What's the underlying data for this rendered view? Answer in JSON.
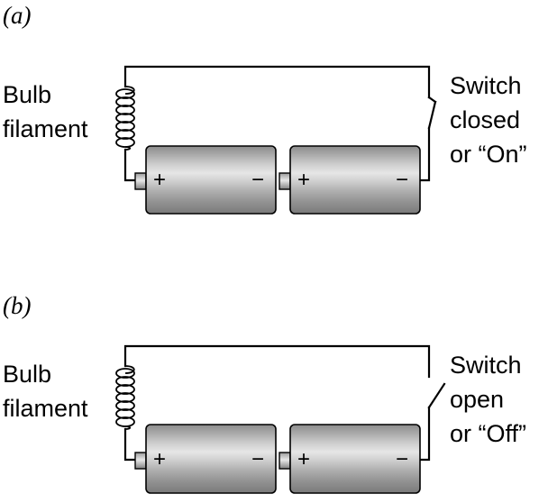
{
  "panels": [
    {
      "id": "a",
      "letter": "(a)",
      "bulb_label": [
        "Bulb",
        "filament"
      ],
      "switch_label": [
        "Switch",
        "closed",
        "or “On”"
      ],
      "switch_state": "closed",
      "cells": [
        {
          "positive": "+",
          "negative": "−"
        },
        {
          "positive": "+",
          "negative": "−"
        }
      ]
    },
    {
      "id": "b",
      "letter": "(b)",
      "bulb_label": [
        "Bulb",
        "filament"
      ],
      "switch_label": [
        "Switch",
        "open",
        "or “Off”"
      ],
      "switch_state": "open",
      "cells": [
        {
          "positive": "+",
          "negative": "−"
        },
        {
          "positive": "+",
          "negative": "−"
        }
      ]
    }
  ]
}
